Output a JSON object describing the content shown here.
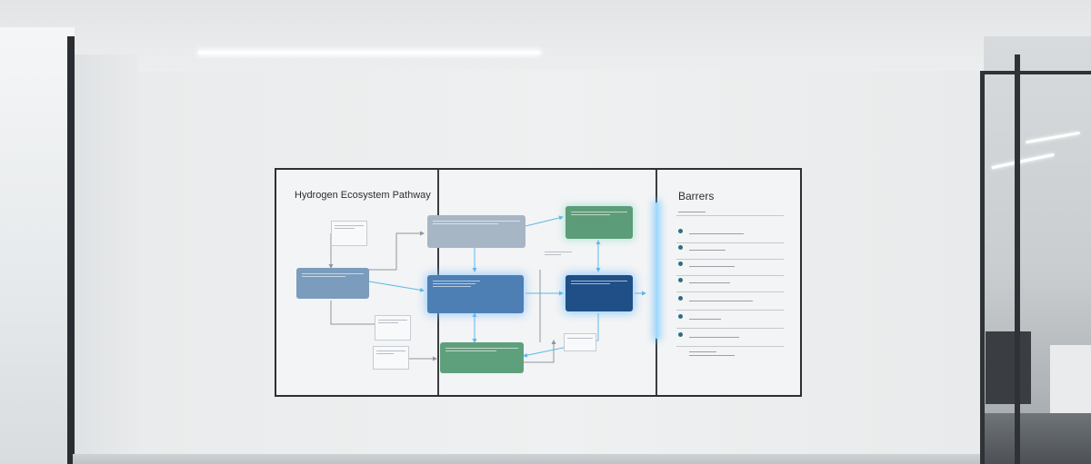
{
  "board": {
    "title": "Hydrogen Ecosystem Pathway",
    "barriers_title": "Barrers"
  },
  "nodes": [
    {
      "label": "",
      "style": "n-steel"
    },
    {
      "label": "",
      "style": "n-grey"
    },
    {
      "label": "",
      "style": "n-blue"
    },
    {
      "label": "",
      "style": "n-green"
    },
    {
      "label": "",
      "style": "n-dark"
    },
    {
      "label": "",
      "style": "n-green2"
    }
  ],
  "notes": [
    {
      "label": ""
    },
    {
      "label": ""
    },
    {
      "label": ""
    },
    {
      "label": ""
    },
    {
      "label": ""
    }
  ],
  "barriers": [
    {
      "label": ""
    },
    {
      "label": ""
    },
    {
      "label": ""
    },
    {
      "label": ""
    },
    {
      "label": ""
    },
    {
      "label": ""
    },
    {
      "label": ""
    },
    {
      "label": ""
    }
  ],
  "colors": {
    "glow": "#9fdcff",
    "node_blue": "#4d7fb4",
    "node_dark": "#1f4f86",
    "node_green": "#5c9c78",
    "arrow": "#5fb7e6"
  }
}
